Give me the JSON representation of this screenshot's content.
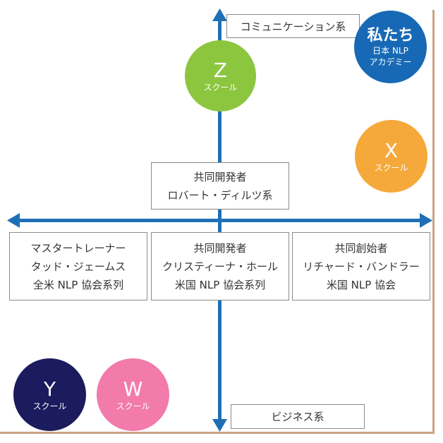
{
  "axes": {
    "top_label": "コミュニケーション系",
    "bottom_label": "ビジネス系"
  },
  "colors": {
    "axis": "#1f6fb5",
    "frame": "#c9a483",
    "us": "#1769b5",
    "z": "#8cc63f",
    "x": "#f6a93b",
    "y": "#1b1b5e",
    "w": "#f27bab"
  },
  "center_box": {
    "line1": "共同開発者",
    "line2": "ロバート・ディルツ系"
  },
  "people": [
    {
      "line1": "マスタートレーナー",
      "line2": "タッド・ジェームス",
      "line3": "全米 NLP 協会系列"
    },
    {
      "line1": "共同開発者",
      "line2": "クリスティーナ・ホール",
      "line3": "米国 NLP 協会系列"
    },
    {
      "line1": "共同創始者",
      "line2": "リチャード・バンドラー",
      "line3": "米国 NLP 協会"
    }
  ],
  "schools": {
    "us": {
      "title": "私たち",
      "line2": "日本 NLP",
      "line3": "アカデミー"
    },
    "z": {
      "letter": "Z",
      "sub": "スクール"
    },
    "x": {
      "letter": "X",
      "sub": "スクール"
    },
    "y": {
      "letter": "Y",
      "sub": "スクール"
    },
    "w": {
      "letter": "W",
      "sub": "スクール"
    }
  }
}
